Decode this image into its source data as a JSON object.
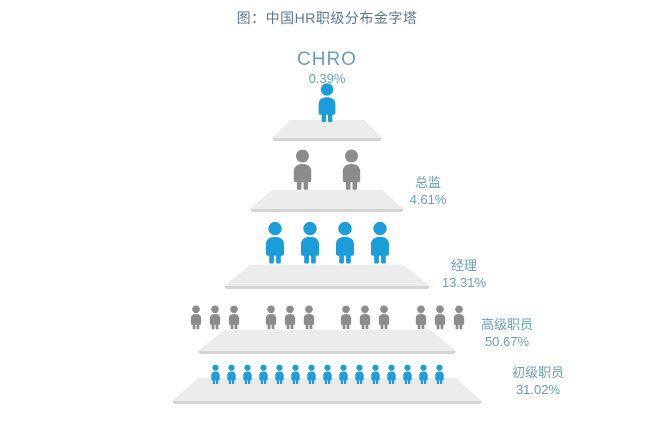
{
  "title": "图：中国HR职级分布金字塔",
  "colors": {
    "accent_blue": "#1b9dd9",
    "figure_gray": "#8c8c8c",
    "slab_front": "#d4d4d4",
    "slab_top": "#ececec",
    "label_text": "#6a9fb5",
    "title_text": "#5a7a8c",
    "background": "#ffffff"
  },
  "chart_data": {
    "type": "pyramid",
    "title": "图：中国HR职级分布金字塔",
    "unit": "%",
    "categories": [
      "CHRO",
      "总监",
      "经理",
      "高级职员",
      "初级职员"
    ],
    "values": [
      0.39,
      4.61,
      13.31,
      50.67,
      31.02
    ],
    "value_labels": [
      "0.39%",
      "4.61%",
      "13.31%",
      "50.67%",
      "31.02%"
    ],
    "legend": "",
    "xlabel": "",
    "ylabel": "",
    "grid": false
  },
  "tiers": [
    {
      "id": "chro",
      "label": "CHRO",
      "percent": "0.39%",
      "figure_count": 1,
      "figure_color": "#1b9dd9",
      "label_position": "above"
    },
    {
      "id": "director",
      "label": "总监",
      "percent": "4.61%",
      "figure_count": 2,
      "figure_color": "#8c8c8c",
      "label_position": "right"
    },
    {
      "id": "manager",
      "label": "经理",
      "percent": "13.31%",
      "figure_count": 4,
      "figure_color": "#1b9dd9",
      "label_position": "right"
    },
    {
      "id": "senior-staff",
      "label": "高级职员",
      "percent": "50.67%",
      "figure_count": 12,
      "figure_color": "#8c8c8c",
      "label_position": "right"
    },
    {
      "id": "junior-staff",
      "label": "初级职员",
      "percent": "31.02%",
      "figure_count": 15,
      "figure_color": "#1b9dd9",
      "label_position": "right"
    }
  ]
}
